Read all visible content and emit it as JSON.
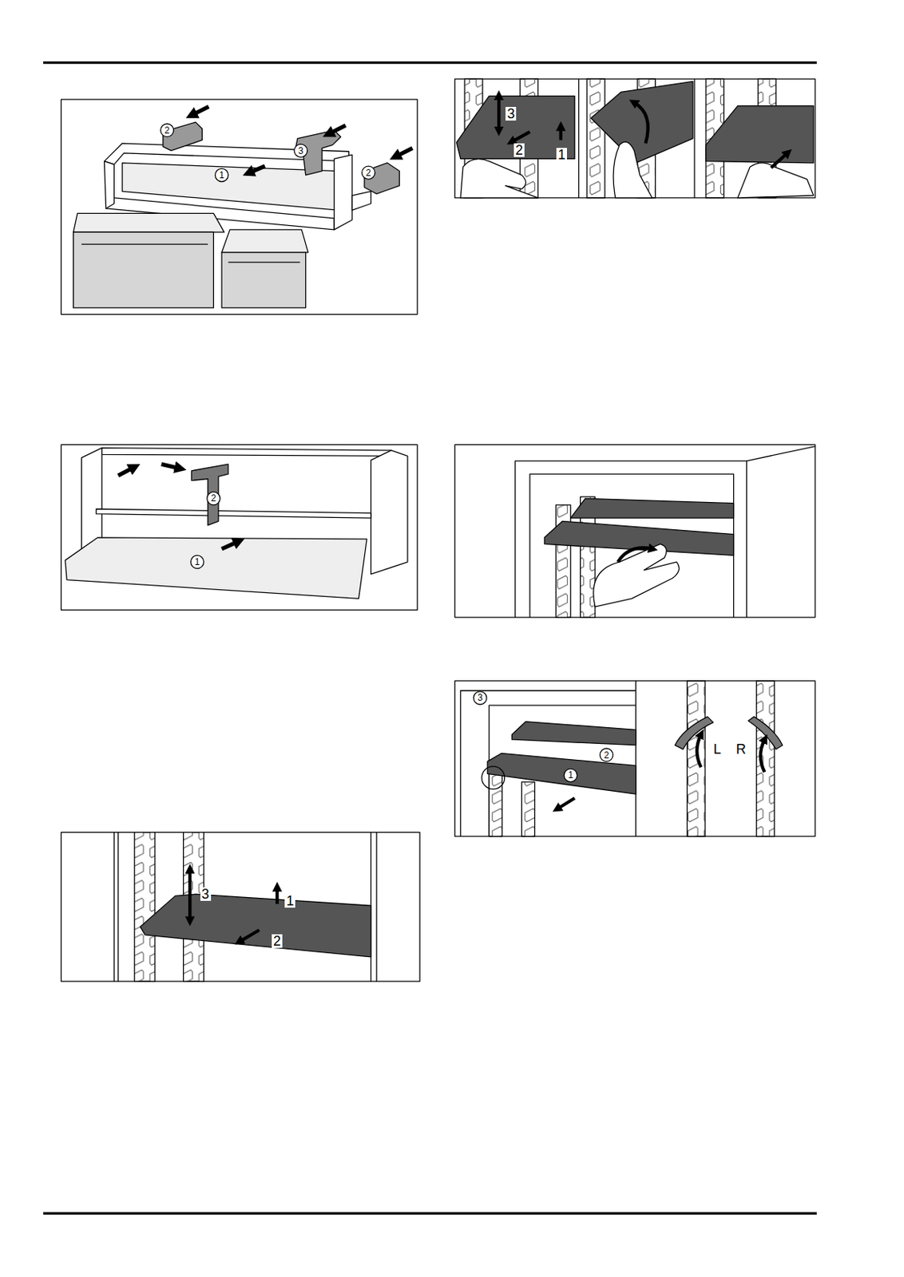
{
  "diagram": {
    "labels": [
      "2",
      "3",
      "2",
      "1",
      "2",
      "1",
      "3",
      "1",
      "2",
      "3",
      "2",
      "1",
      "3",
      "2",
      "1",
      "L",
      "R"
    ]
  }
}
